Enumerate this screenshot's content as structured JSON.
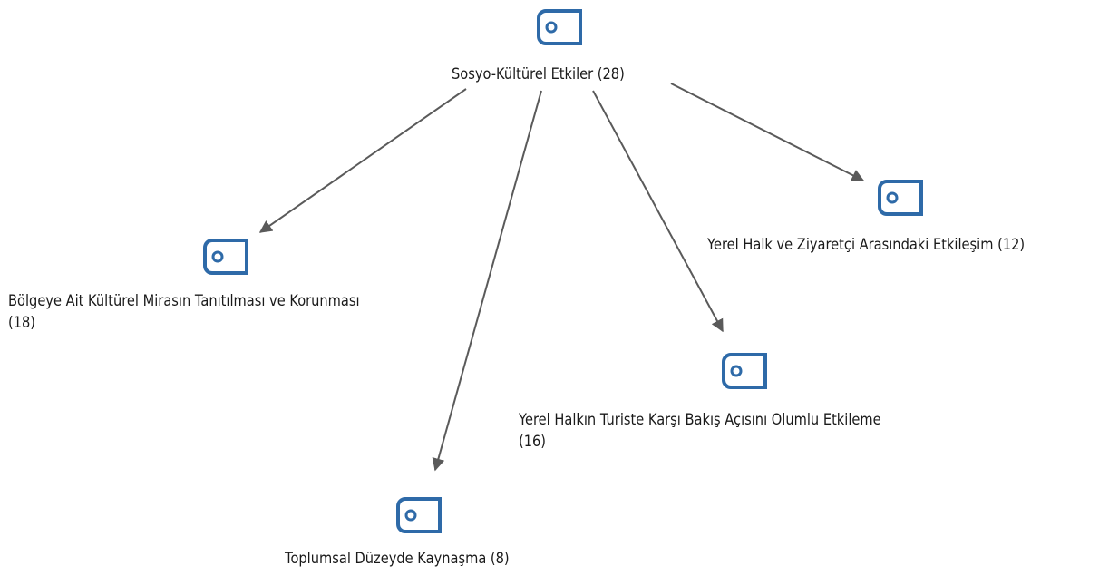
{
  "diagram": {
    "root": {
      "label": "Sosyo-Kültürel Etkiler (28)"
    },
    "children": [
      {
        "line1": "Bölgeye Ait Kültürel Mirasın Tanıtılması ve Korunması",
        "line2": "(18)"
      },
      {
        "line1": "Toplumsal Düzeyde Kaynaşma (8)"
      },
      {
        "line1": "Yerel Halkın Turiste Karşı Bakış Açısını Olumlu Etkileme",
        "line2": "(16)"
      },
      {
        "line1": "Yerel Halk ve Ziyaretçi Arasındaki Etkileşim (12)"
      }
    ],
    "icon": "code-node-icon",
    "colors": {
      "icon": "#2e6aa8",
      "edge": "#5a5a5a"
    }
  }
}
